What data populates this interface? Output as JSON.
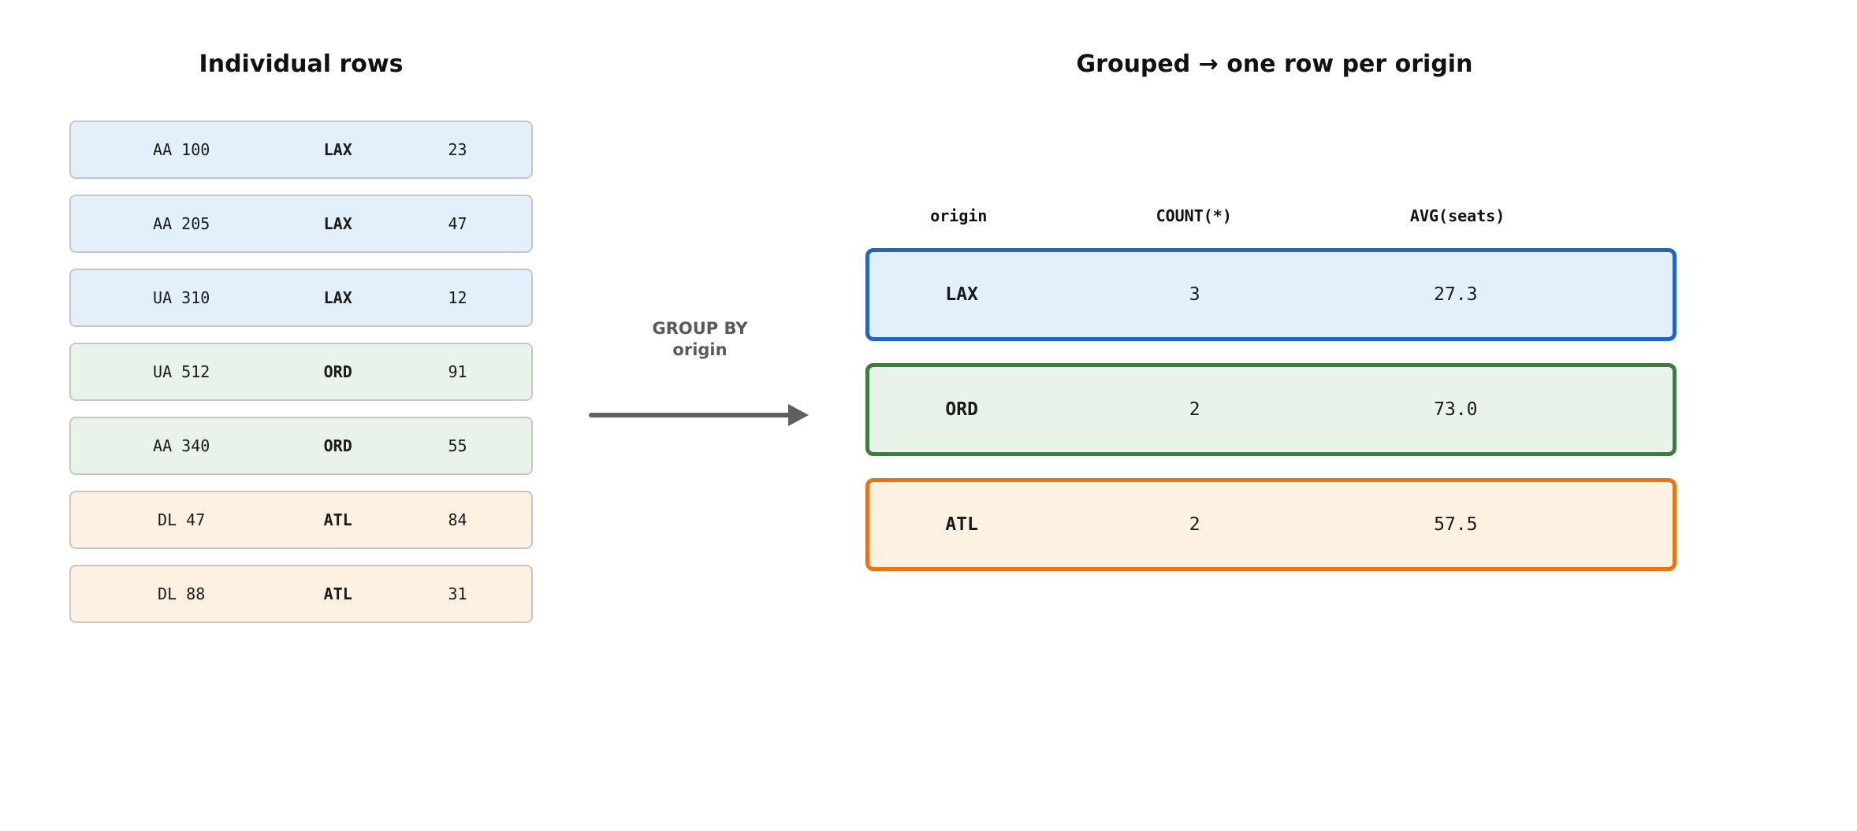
{
  "left_panel": {
    "title": "Individual rows",
    "rows": [
      {
        "flight": "AA 100",
        "origin": "LAX",
        "seats": "23",
        "group": "lax"
      },
      {
        "flight": "AA 205",
        "origin": "LAX",
        "seats": "47",
        "group": "lax"
      },
      {
        "flight": "UA 310",
        "origin": "LAX",
        "seats": "12",
        "group": "lax"
      },
      {
        "flight": "UA 512",
        "origin": "ORD",
        "seats": "91",
        "group": "ord"
      },
      {
        "flight": "AA 340",
        "origin": "ORD",
        "seats": "55",
        "group": "ord"
      },
      {
        "flight": "DL 47",
        "origin": "ATL",
        "seats": "84",
        "group": "atl"
      },
      {
        "flight": "DL 88",
        "origin": "ATL",
        "seats": "31",
        "group": "atl"
      }
    ]
  },
  "transform": {
    "label_line1": "GROUP BY",
    "label_line2": "origin"
  },
  "right_panel": {
    "title": "Grouped → one row per origin",
    "headers": [
      "origin",
      "COUNT(*)",
      "AVG(seats)"
    ],
    "groups": [
      {
        "origin": "LAX",
        "count": "3",
        "avg": "27.3",
        "group": "lax"
      },
      {
        "origin": "ORD",
        "count": "2",
        "avg": "73.0",
        "group": "ord"
      },
      {
        "origin": "ATL",
        "count": "2",
        "avg": "57.5",
        "group": "atl"
      }
    ]
  },
  "colors": {
    "lax_fill": "#e3f0fb",
    "lax_border": "#1b67c2",
    "ord_fill": "#e8f4e9",
    "ord_border": "#3b7d3e",
    "atl_fill": "#fdf2e1",
    "atl_border": "#ee720e",
    "row_border": "#c6c6c6",
    "muted_text": "#5a5a5a",
    "title_text": "#111111"
  }
}
